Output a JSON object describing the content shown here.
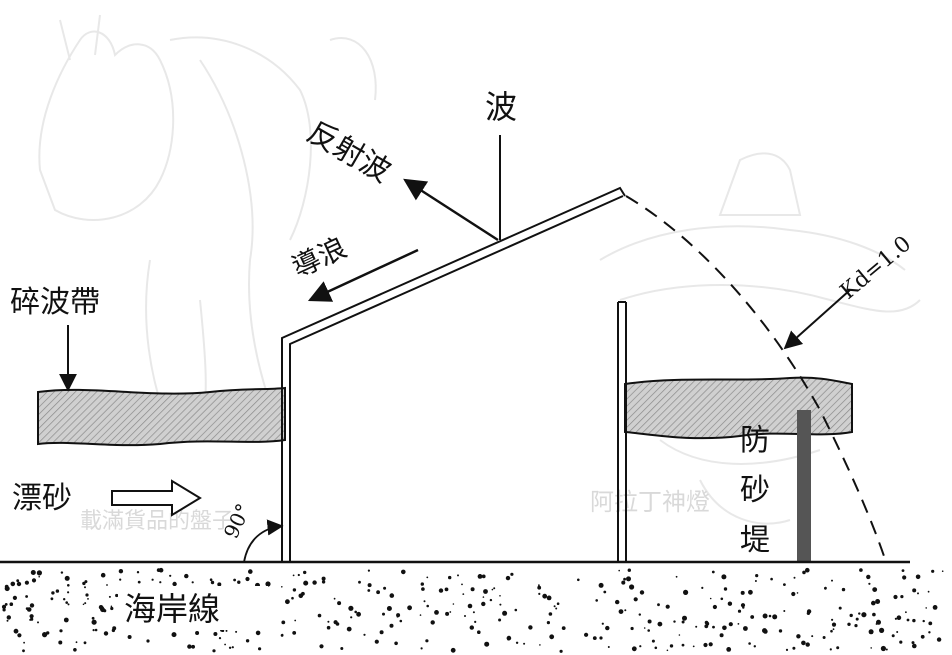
{
  "labels": {
    "wave": "波",
    "reflected_wave": "反射波",
    "guided_wave": "導浪",
    "surf_zone": "碎波帶",
    "drift_sand": "漂砂",
    "coastline": "海岸線",
    "sand_groin_1": "防",
    "sand_groin_2": "砂",
    "sand_groin_3": "堤",
    "angle": "90°",
    "kd": "Kd=1.0"
  },
  "watermark": {
    "left": "載滿貨品的盤子",
    "right": "阿拉丁神燈"
  },
  "colors": {
    "line": "#111111",
    "hatch": "#8a8a8a",
    "hatch_bg": "#cfcfcf",
    "sketch": "#d8d8d8"
  }
}
